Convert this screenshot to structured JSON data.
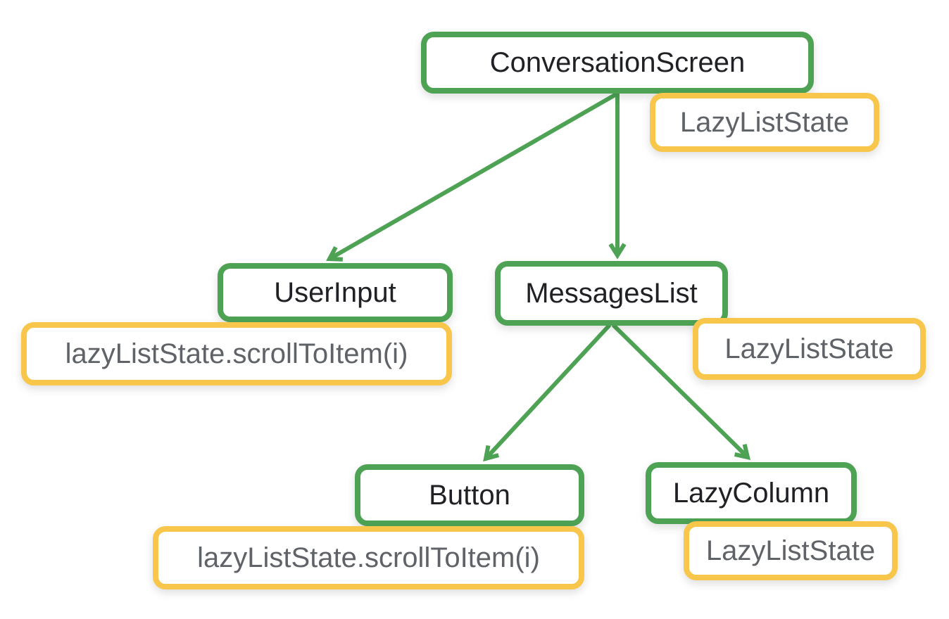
{
  "diagram": {
    "title_hint": "composable tree with hoisted LazyListState",
    "nodes": [
      {
        "label": "ConversationScreen"
      },
      {
        "label": "UserInput"
      },
      {
        "label": "MessagesList"
      },
      {
        "label": "Button"
      },
      {
        "label": "LazyColumn"
      }
    ],
    "state_labels": [
      {
        "attached_to": "ConversationScreen",
        "label": "LazyListState"
      },
      {
        "attached_to": "UserInput",
        "label": "lazyListState.scrollToItem(i)"
      },
      {
        "attached_to": "MessagesList",
        "label": "LazyListState"
      },
      {
        "attached_to": "Button",
        "label": "lazyListState.scrollToItem(i)"
      },
      {
        "attached_to": "LazyColumn",
        "label": "LazyListState"
      }
    ],
    "edges": [
      {
        "from": "ConversationScreen",
        "to": "UserInput"
      },
      {
        "from": "ConversationScreen",
        "to": "MessagesList"
      },
      {
        "from": "MessagesList",
        "to": "Button"
      },
      {
        "from": "MessagesList",
        "to": "LazyColumn"
      }
    ],
    "colors": {
      "composable_border": "#4DA254",
      "state_border": "#F7C64B",
      "composable_text": "#202124",
      "state_text": "#5F6368",
      "edge": "#4DA254",
      "background": "#FFFFFF"
    }
  }
}
